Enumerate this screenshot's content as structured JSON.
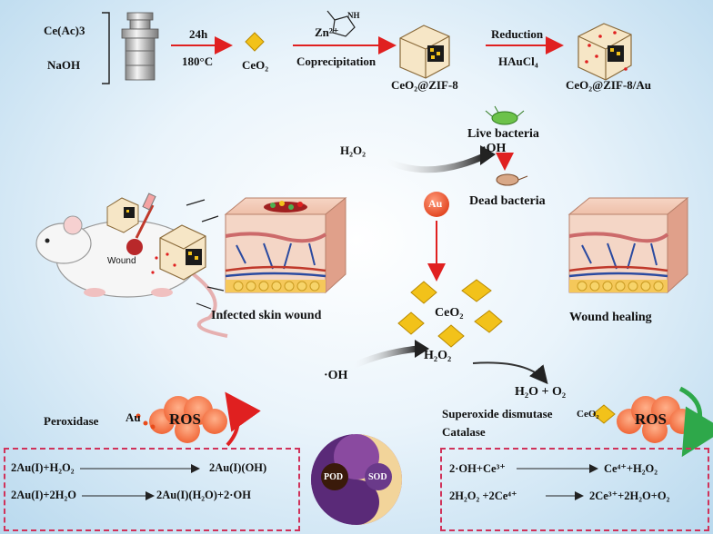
{
  "synthesis": {
    "reagent_1": "Ce(Ac)3",
    "reagent_2": "NaOH",
    "time": "24h",
    "temperature": "180°C",
    "product_1": "CeO₂",
    "zinc_ion": "Zn²⁺",
    "linker_nh": "NH",
    "step_2": "Coprecipitation",
    "product_2": "CeO₂@ZIF-8",
    "step_3": "Reduction",
    "step_3_reagent": "HAuCl₄",
    "product_3": "CeO₂@ZIF-8/Au"
  },
  "antibacterial": {
    "h2o2": "H₂O₂",
    "live_bacteria": "Live bacteria",
    "oh_radical": "·OH",
    "au": "Au",
    "dead_bacteria": "Dead  bacteria"
  },
  "wound": {
    "wound_label": "Wound",
    "infected_label": "Infected skin wound",
    "healing_label": "Wound healing"
  },
  "center": {
    "ceo2": "CeO₂",
    "h2o2": "H₂O₂",
    "oh": "·OH",
    "products": "H₂O + O₂"
  },
  "left_panel": {
    "peroxidase": "Peroxidase",
    "au": "Au",
    "ros": "ROS",
    "eq1_left": "2Au(I)+H₂O₂",
    "eq1_right": "2Au(I)(OH)",
    "eq2_left": "2Au(I)+2H₂O",
    "eq2_right": "2Au(I)(H₂O)+2·OH"
  },
  "right_panel": {
    "sod": "Superoxide dismutase",
    "catalase": "Catalase",
    "ceo2": "CeO₂",
    "ros": "ROS",
    "eq1_left": "2·OH+Ce³⁺",
    "eq1_right": "Ce⁴⁺+H₂O₂",
    "eq2_left": "2H₂O₂ +2Ce⁴⁺",
    "eq2_right": "2Ce³⁺+2H₂O+O₂"
  },
  "yinyang": {
    "pod": "POD",
    "sod": "SOD"
  },
  "colors": {
    "arrow_red": "#e02020",
    "dash_pink": "#d0325a",
    "cube_gold": "#f2c21a",
    "cloud_red": "#f0603a",
    "gradient_arrow": "#222222",
    "green_arrow": "#2ea84a"
  }
}
